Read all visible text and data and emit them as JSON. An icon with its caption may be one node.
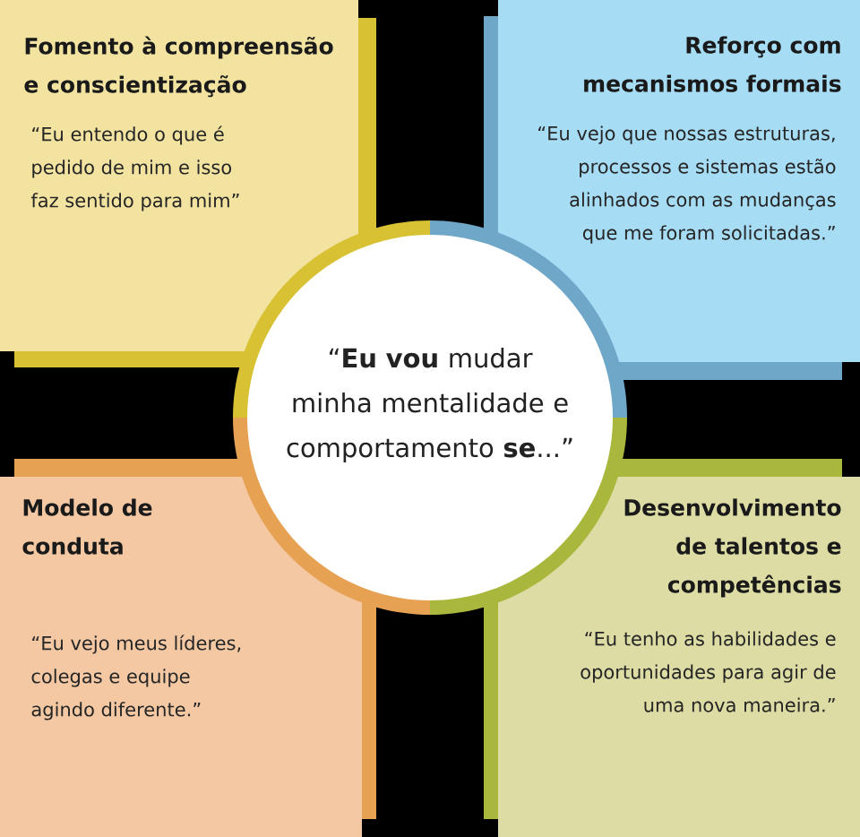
{
  "diagram": {
    "nodes": [
      {
        "text": [
          "Fomento à compreensão e conscientização",
          "“Eu entendo o que é pedido de mim e isso faz sentido para mim”"
        ]
      },
      {
        "text": [
          "Reforço com mecanismos formais",
          "“Eu vejo que nossas estruturas, processos e sistemas estão alinhados com as mudanças que me foram solicitadas.”"
        ]
      },
      {
        "text": [
          "“**Eu vou** mudar minha mentalidade e comportamento **se**...”"
        ]
      },
      {
        "text": [
          "Modelo de conduta",
          "“Eu vejo meus líderes, colegas e equipe agindo diferente.”"
        ]
      },
      {
        "text": [
          "Desenvolvimento de talentos e competências",
          "“Eu tenho as habilidades e oportunidades para agir de uma nova maneira.”"
        ]
      }
    ]
  }
}
